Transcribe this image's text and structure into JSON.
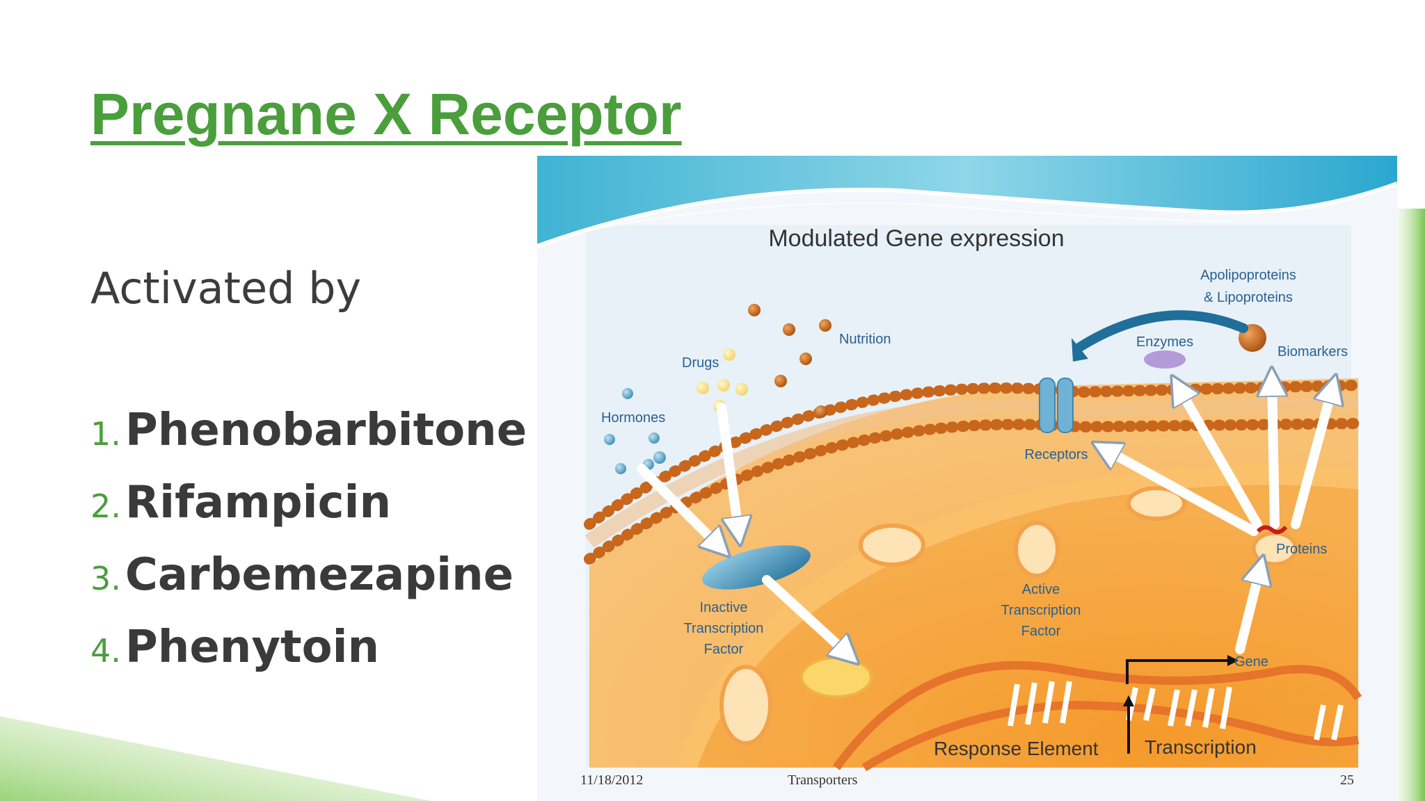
{
  "slide": {
    "title": "Pregnane X Receptor",
    "activated_label": "Activated by",
    "activators": [
      {
        "num": "1.",
        "name": "Phenobarbitone"
      },
      {
        "num": "2.",
        "name": "Rifampicin"
      },
      {
        "num": "3.",
        "name": "Carbemezapine"
      },
      {
        "num": "4.",
        "name": "Phenytoin"
      }
    ]
  },
  "figure": {
    "heading": "Modulated Gene expression",
    "labels": {
      "apolipoproteins": "Apolipoproteins",
      "lipoproteins": "& Lipoproteins",
      "nutrition": "Nutrition",
      "drugs": "Drugs",
      "hormones": "Hormones",
      "enzymes": "Enzymes",
      "biomarkers": "Biomarkers",
      "receptors": "Receptors",
      "proteins": "Proteins",
      "inactive_1": "Inactive",
      "inactive_2": "Transcription",
      "inactive_3": "Factor",
      "active_1": "Active",
      "active_2": "Transcription",
      "active_3": "Factor",
      "gene": "Gene",
      "response_element": "Response Element",
      "transcription": "Transcription"
    },
    "footer": {
      "date": "11/18/2012",
      "topic": "Transporters",
      "page": "25"
    }
  },
  "colors": {
    "title_green": "#4a9e3c",
    "text_dark": "#3a3a3a",
    "cell_orange": "#f6a63a",
    "membrane_brown": "#c8661c",
    "label_blue": "#2a5f8f"
  }
}
